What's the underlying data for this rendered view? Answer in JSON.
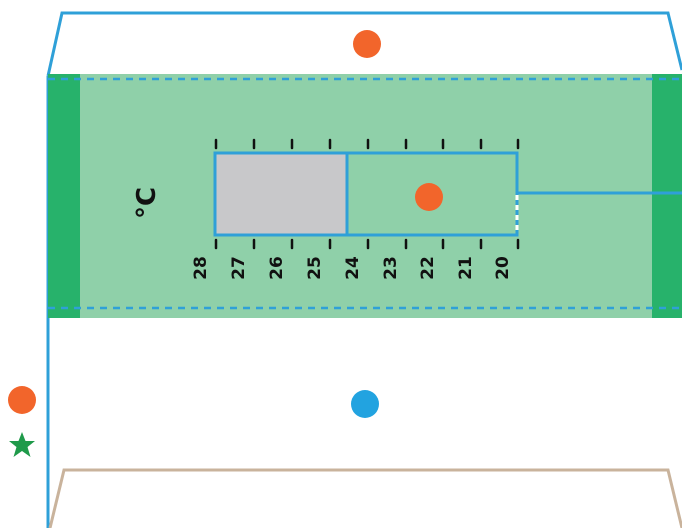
{
  "scale": {
    "unit": "°C",
    "ticks": [
      "28",
      "27",
      "26",
      "25",
      "24",
      "23",
      "22",
      "21",
      "20"
    ]
  },
  "colors": {
    "outline_blue": "#2fa0d8",
    "panel_green": "#8fd0a9",
    "edge_green": "#27b26b",
    "gray_block": "#c8c8ca",
    "dot_orange": "#f2652b",
    "dot_blue": "#22a3e0",
    "star_green": "#1f9a4a",
    "tan_outline": "#c9b39c"
  },
  "icons": {
    "top_dot": "orange-dot-icon",
    "center_dot": "orange-dot-icon",
    "lower_dot": "blue-dot-icon",
    "side_dot": "orange-dot-icon",
    "side_star": "green-star-icon"
  }
}
